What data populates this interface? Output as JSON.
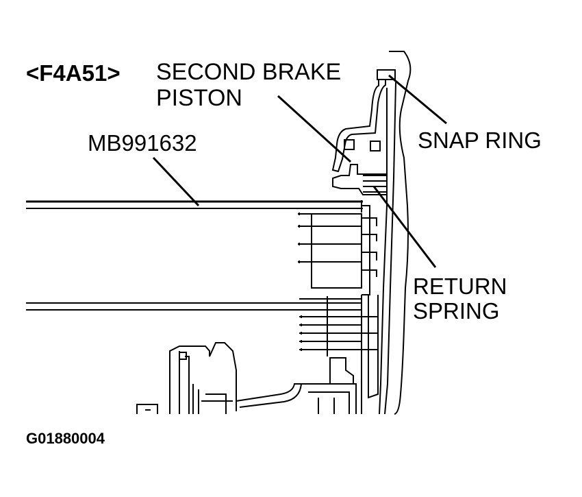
{
  "labels": {
    "model": "<F4A51>",
    "second_brake_piston": "SECOND BRAKE\nPISTON",
    "tool": "MB991632",
    "snap_ring": "SNAP RING",
    "return_spring": "RETURN\nSPRING",
    "figure_id": "G01880004"
  }
}
